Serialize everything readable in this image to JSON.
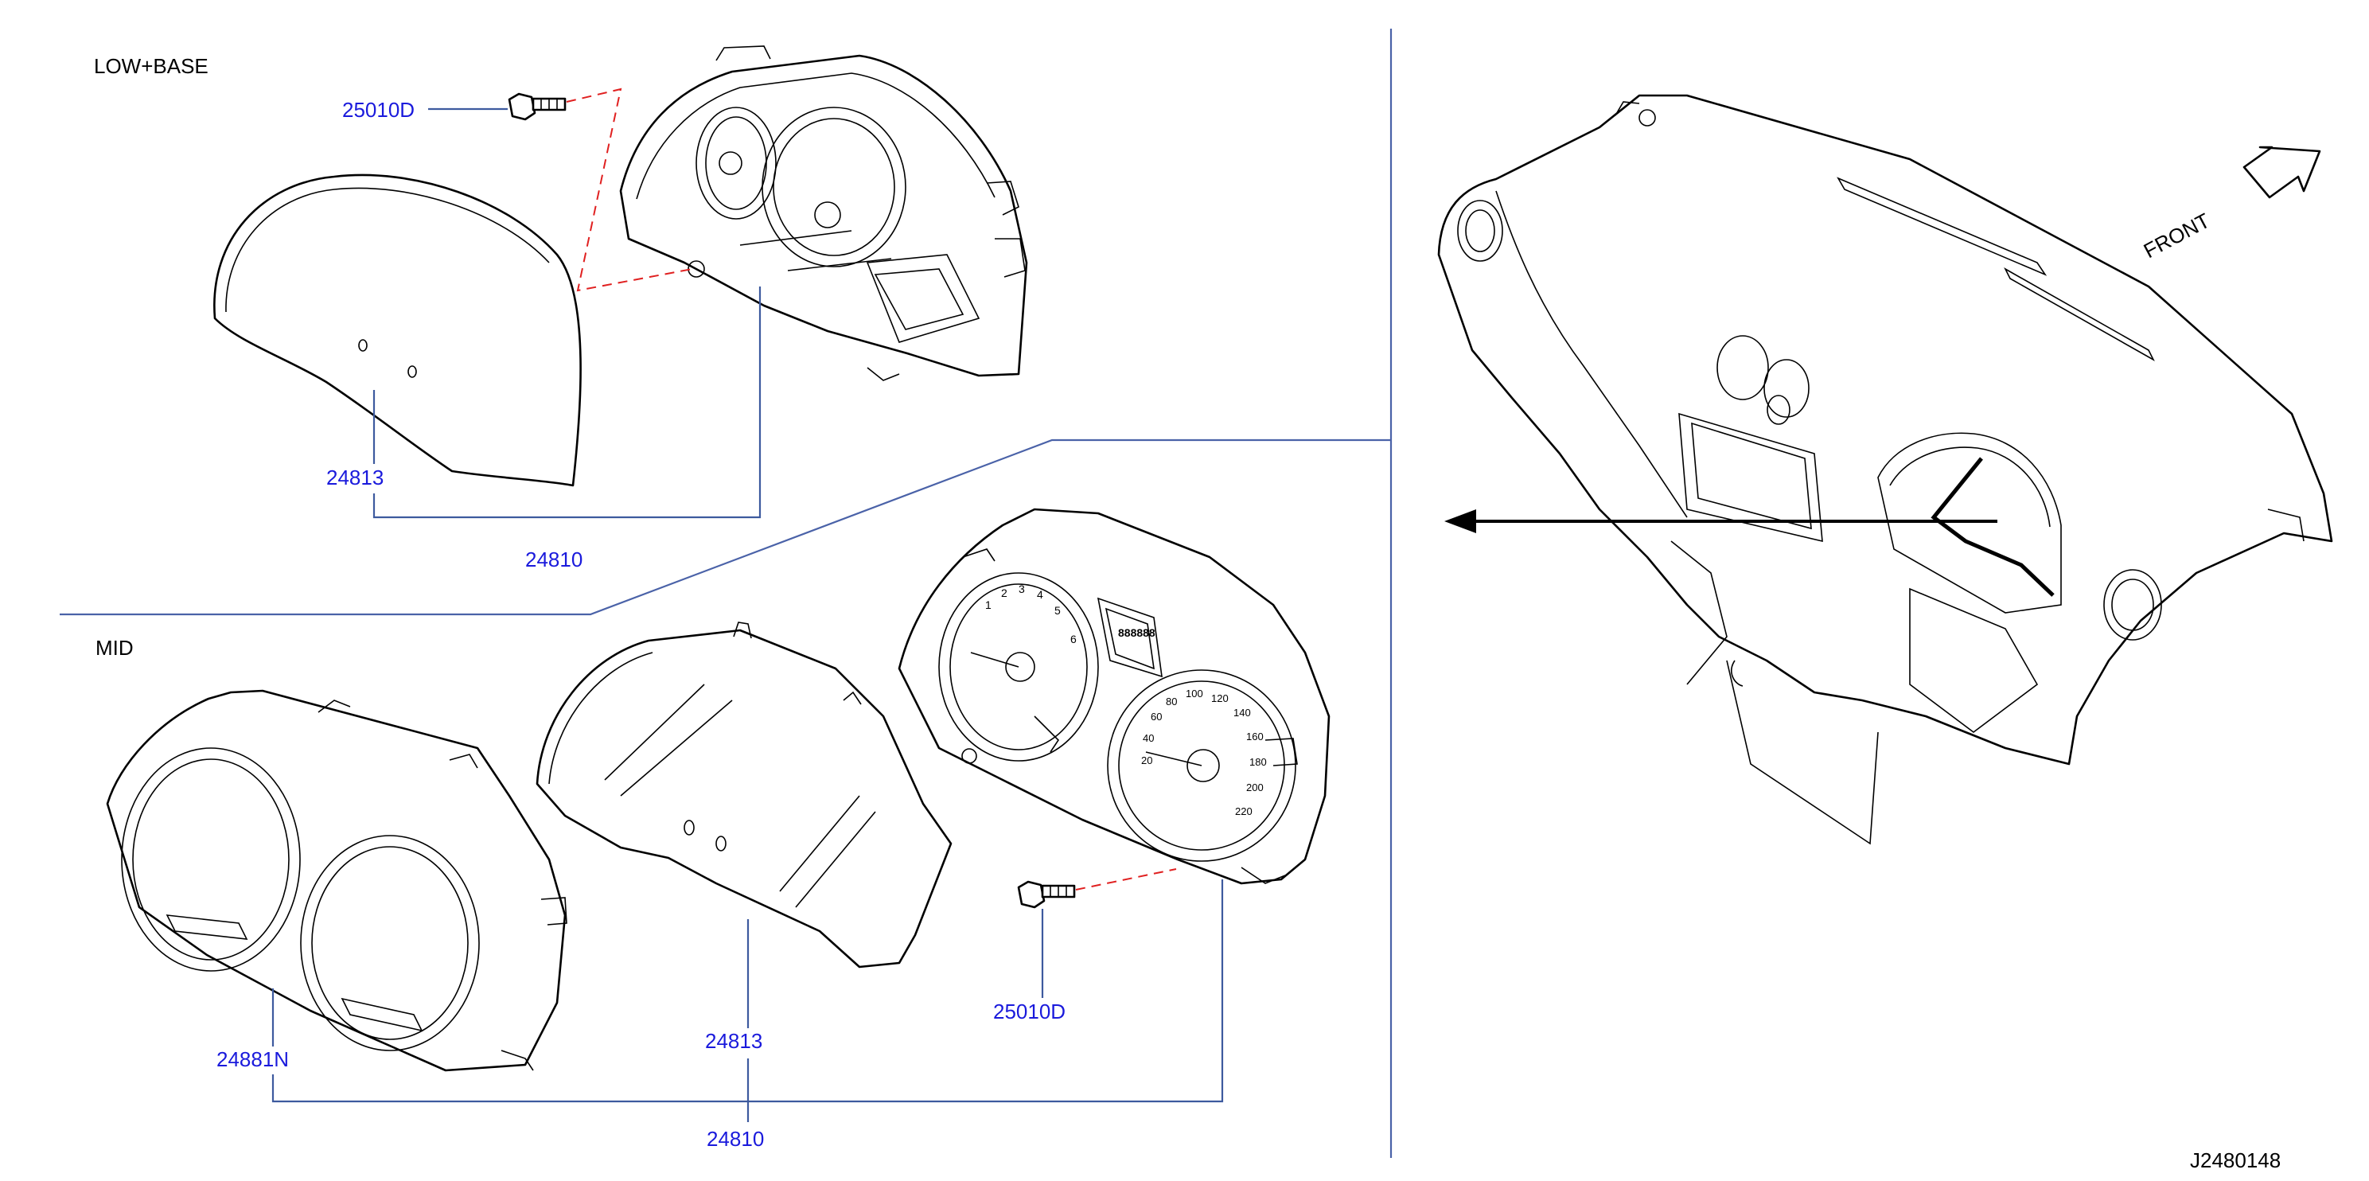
{
  "sections": {
    "low_base": "LOW+BASE",
    "mid": "MID"
  },
  "labels": {
    "low_screw": "25010D",
    "low_lens": "24813",
    "low_meter": "24810",
    "mid_finisher": "24881N",
    "mid_lens": "24813",
    "mid_screw": "25010D",
    "mid_meter": "24810"
  },
  "direction": "FRONT",
  "diagram_id": "J2480148",
  "gauge_marks": {
    "tach": [
      "1",
      "2",
      "3",
      "4",
      "5",
      "6"
    ],
    "speed": [
      "20",
      "40",
      "60",
      "80",
      "100",
      "120",
      "140",
      "160",
      "180",
      "200",
      "220"
    ],
    "odometer": "888888"
  },
  "colors": {
    "label": "#1a1adc",
    "leader": "#3d5a9e",
    "dashed_guide": "#e02020",
    "linework": "#000000"
  }
}
